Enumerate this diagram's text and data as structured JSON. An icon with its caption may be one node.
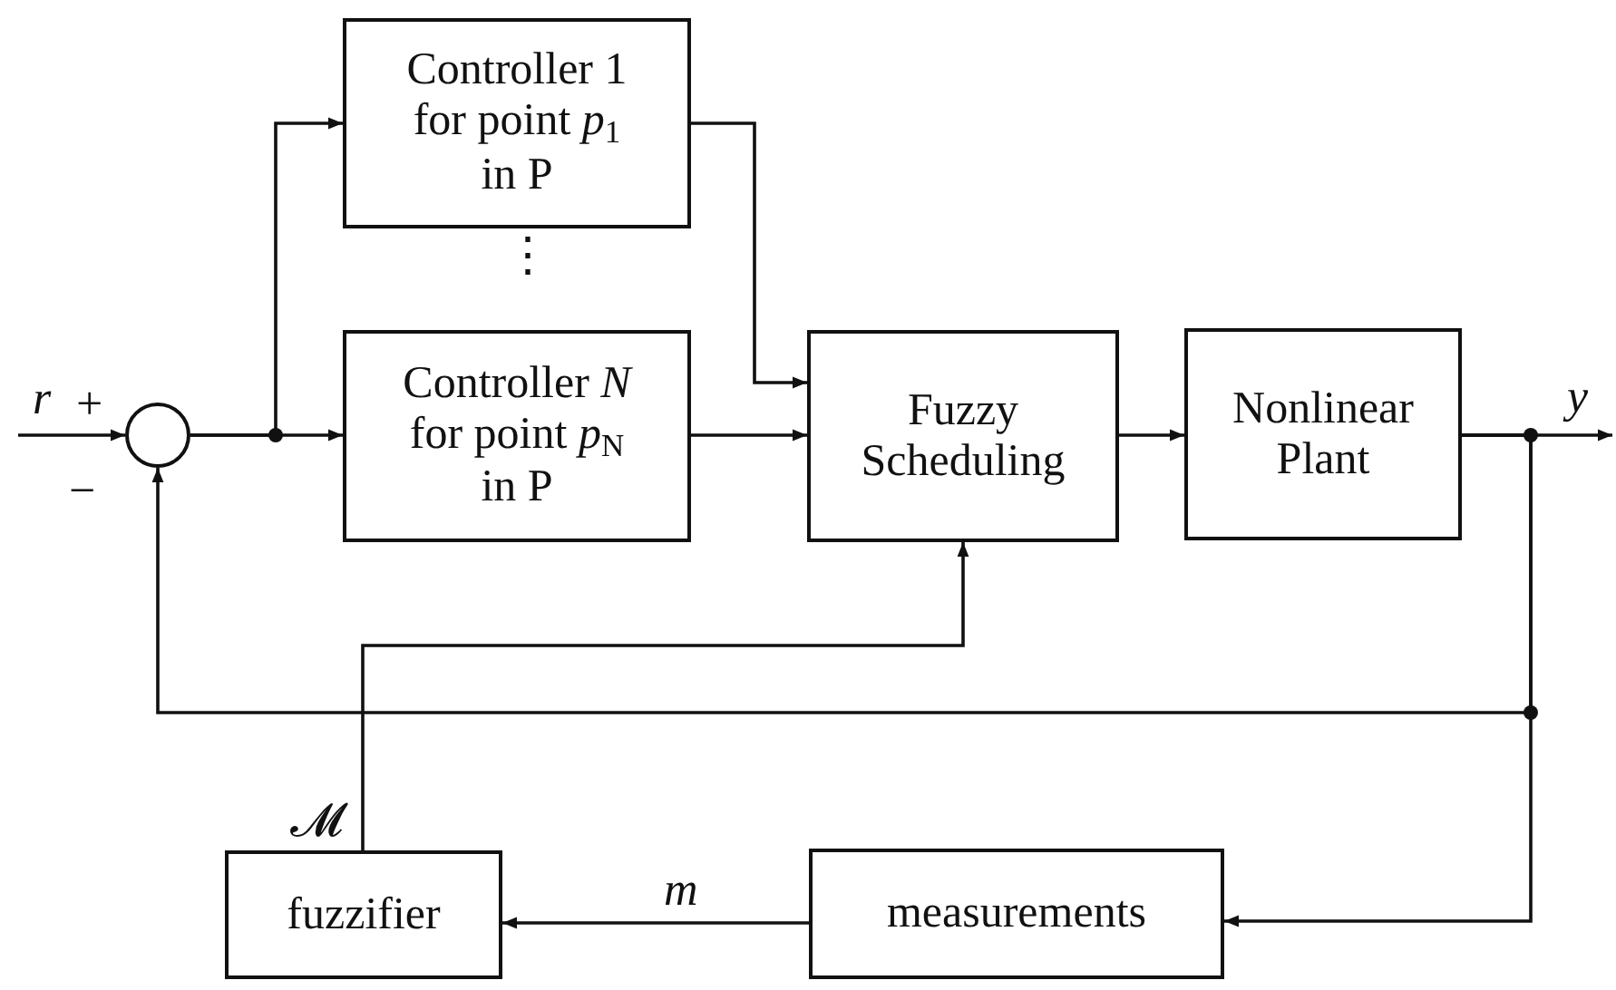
{
  "diagram": {
    "nodes": [
      {
        "text": [],
        "shape": "circle"
      },
      {
        "text": [
          "Controller 1 for point *p*$_{1}$ in P"
        ]
      },
      {
        "text": [
          "Controller *N* for point *p*$_{N}$ in P"
        ]
      },
      {
        "text": [
          "Fuzzy Scheduling"
        ]
      },
      {
        "text": [
          "Nonlinear Plant"
        ]
      },
      {
        "text": [
          "measurements"
        ]
      },
      {
        "text": [
          "fuzzifier"
        ]
      }
    ],
    "edges": [
      {
        "from": null,
        "to": 0,
        "arrow": "to",
        "label": "*r*"
      },
      {
        "from": 0,
        "to": 1,
        "arrow": "to"
      },
      {
        "from": 0,
        "to": 2,
        "arrow": "to"
      },
      {
        "from": 1,
        "to": 3,
        "arrow": "to"
      },
      {
        "from": 2,
        "to": 3,
        "arrow": "to"
      },
      {
        "from": 3,
        "to": 4,
        "arrow": "to"
      },
      {
        "from": 4,
        "to": null,
        "arrow": "to",
        "label": "*y*"
      },
      {
        "from": 4,
        "to": 0,
        "arrow": "to"
      },
      {
        "from": 4,
        "to": 5,
        "arrow": "to"
      },
      {
        "from": 5,
        "to": 6,
        "arrow": "to",
        "label": "*m*"
      },
      {
        "from": 6,
        "to": 3,
        "arrow": "to",
        "label": "𝓜"
      }
    ],
    "labels": [
      "+",
      "−",
      "⋮"
    ]
  }
}
